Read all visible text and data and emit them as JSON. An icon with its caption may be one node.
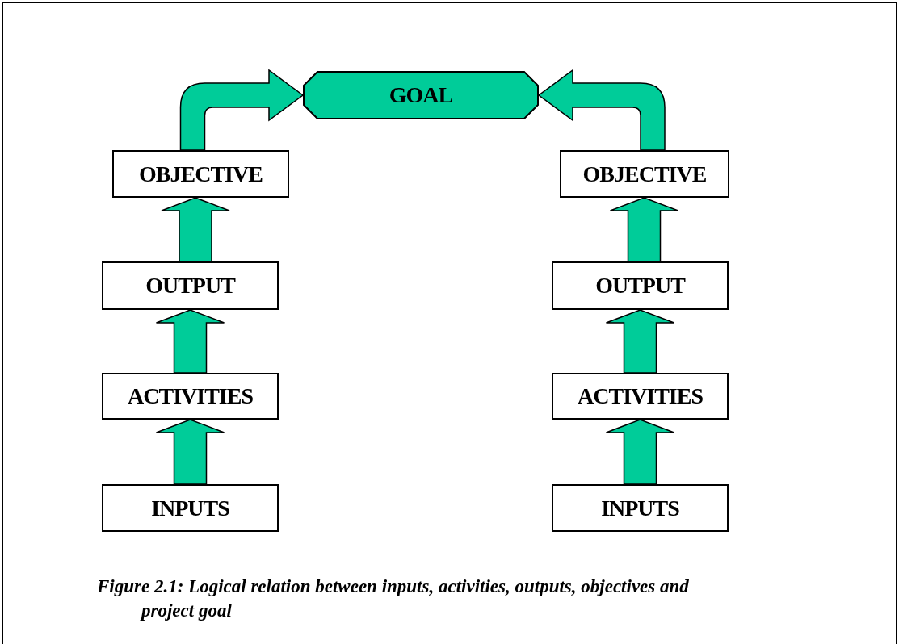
{
  "diagram": {
    "caption": "Figure 2.1: Logical relation between inputs, activities, outputs, objectives and project goal",
    "nodes": [
      {
        "text": [
          "GOAL"
        ]
      },
      {
        "text": [
          "OBJECTIVE"
        ]
      },
      {
        "text": [
          "OUTPUT"
        ]
      },
      {
        "text": [
          "ACTIVITIES"
        ]
      },
      {
        "text": [
          "INPUTS"
        ]
      },
      {
        "text": [
          "OBJECTIVE"
        ]
      },
      {
        "text": [
          "OUTPUT"
        ]
      },
      {
        "text": [
          "ACTIVITIES"
        ]
      },
      {
        "text": [
          "INPUTS"
        ]
      }
    ],
    "edges": [
      {
        "from": 4,
        "to": 3,
        "arrow": "to"
      },
      {
        "from": 3,
        "to": 2,
        "arrow": "to"
      },
      {
        "from": 2,
        "to": 1,
        "arrow": "to"
      },
      {
        "from": 1,
        "to": 0,
        "arrow": "to"
      },
      {
        "from": 8,
        "to": 7,
        "arrow": "to"
      },
      {
        "from": 7,
        "to": 6,
        "arrow": "to"
      },
      {
        "from": 6,
        "to": 5,
        "arrow": "to"
      },
      {
        "from": 5,
        "to": 0,
        "arrow": "to"
      }
    ]
  }
}
